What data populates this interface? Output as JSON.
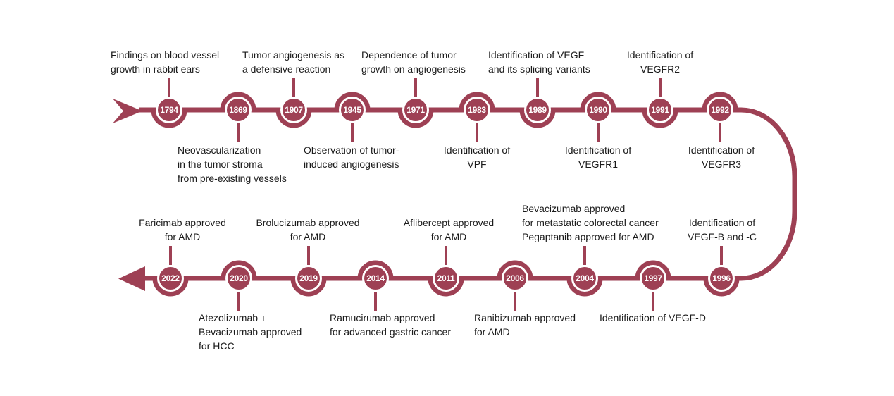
{
  "figure": {
    "type": "timeline-diagram",
    "subject": "History of angiogenesis and VEGF research and anti-VEGF drug approvals",
    "colors": {
      "accent": "#9e4054",
      "label_text": "#1a1a1a",
      "year_text": "#ffffff",
      "background": "#ffffff"
    },
    "markers": {
      "start_icon": "forward-dart-icon",
      "end_icon": "left-arrow-icon"
    }
  },
  "top_row": {
    "events": [
      {
        "year": "1794",
        "label": "Findings on blood vessel\ngrowth in rabbit ears",
        "label_position": "above"
      },
      {
        "year": "1869",
        "label": "Neovascularization\nin the tumor stroma\nfrom pre-existing vessels",
        "label_position": "below"
      },
      {
        "year": "1907",
        "label": "Tumor angiogenesis as\na defensive reaction",
        "label_position": "above"
      },
      {
        "year": "1945",
        "label": "Observation of tumor-\ninduced angiogenesis",
        "label_position": "below"
      },
      {
        "year": "1971",
        "label": "Dependence of tumor\ngrowth on angiogenesis",
        "label_position": "above"
      },
      {
        "year": "1983",
        "label": "Identification of\nVPF",
        "label_position": "below"
      },
      {
        "year": "1989",
        "label": "Identification of VEGF\nand its splicing variants",
        "label_position": "above"
      },
      {
        "year": "1990",
        "label": "Identification of\nVEGFR1",
        "label_position": "below"
      },
      {
        "year": "1991",
        "label": "Identification of\nVEGFR2",
        "label_position": "above"
      },
      {
        "year": "1992",
        "label": "Identification of\nVEGFR3",
        "label_position": "below"
      }
    ]
  },
  "bottom_row": {
    "events": [
      {
        "year": "2022",
        "label": "Faricimab approved\nfor AMD",
        "label_position": "above"
      },
      {
        "year": "2020",
        "label": "Atezolizumab +\nBevacizumab approved\nfor HCC",
        "label_position": "below"
      },
      {
        "year": "2019",
        "label": "Brolucizumab approved\nfor AMD",
        "label_position": "above"
      },
      {
        "year": "2014",
        "label": "Ramucirumab approved\nfor advanced gastric cancer",
        "label_position": "below"
      },
      {
        "year": "2011",
        "label": "Aflibercept approved\nfor AMD",
        "label_position": "above"
      },
      {
        "year": "2006",
        "label": "Ranibizumab approved\nfor AMD",
        "label_position": "below"
      },
      {
        "year": "2004",
        "label": "Bevacizumab approved\nfor metastatic colorectal cancer\nPegaptanib approved for AMD",
        "label_position": "above"
      },
      {
        "year": "1997",
        "label": "Identification of VEGF-D",
        "label_position": "below"
      },
      {
        "year": "1996",
        "label": "Identification of\nVEGF-B and -C",
        "label_position": "above"
      }
    ]
  }
}
